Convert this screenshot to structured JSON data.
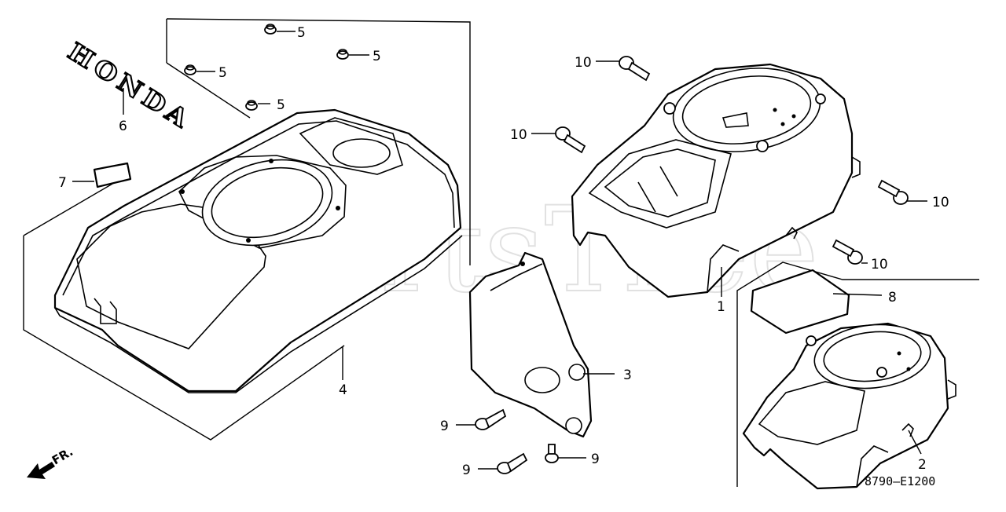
{
  "diagram": {
    "watermark": "PartsTree",
    "watermark_tm": "TM",
    "logo_text": "HONDA",
    "direction_label": "FR.",
    "drawing_code": "8790–E1200",
    "callouts": {
      "p1": "1",
      "p2": "2",
      "p3": "3",
      "p4": "4",
      "p5a": "5",
      "p5b": "5",
      "p5c": "5",
      "p5d": "5",
      "p6": "6",
      "p7": "7",
      "p8": "8",
      "p9a": "9",
      "p9b": "9",
      "p9c": "9",
      "p10a": "10",
      "p10b": "10",
      "p10c": "10",
      "p10d": "10"
    }
  }
}
